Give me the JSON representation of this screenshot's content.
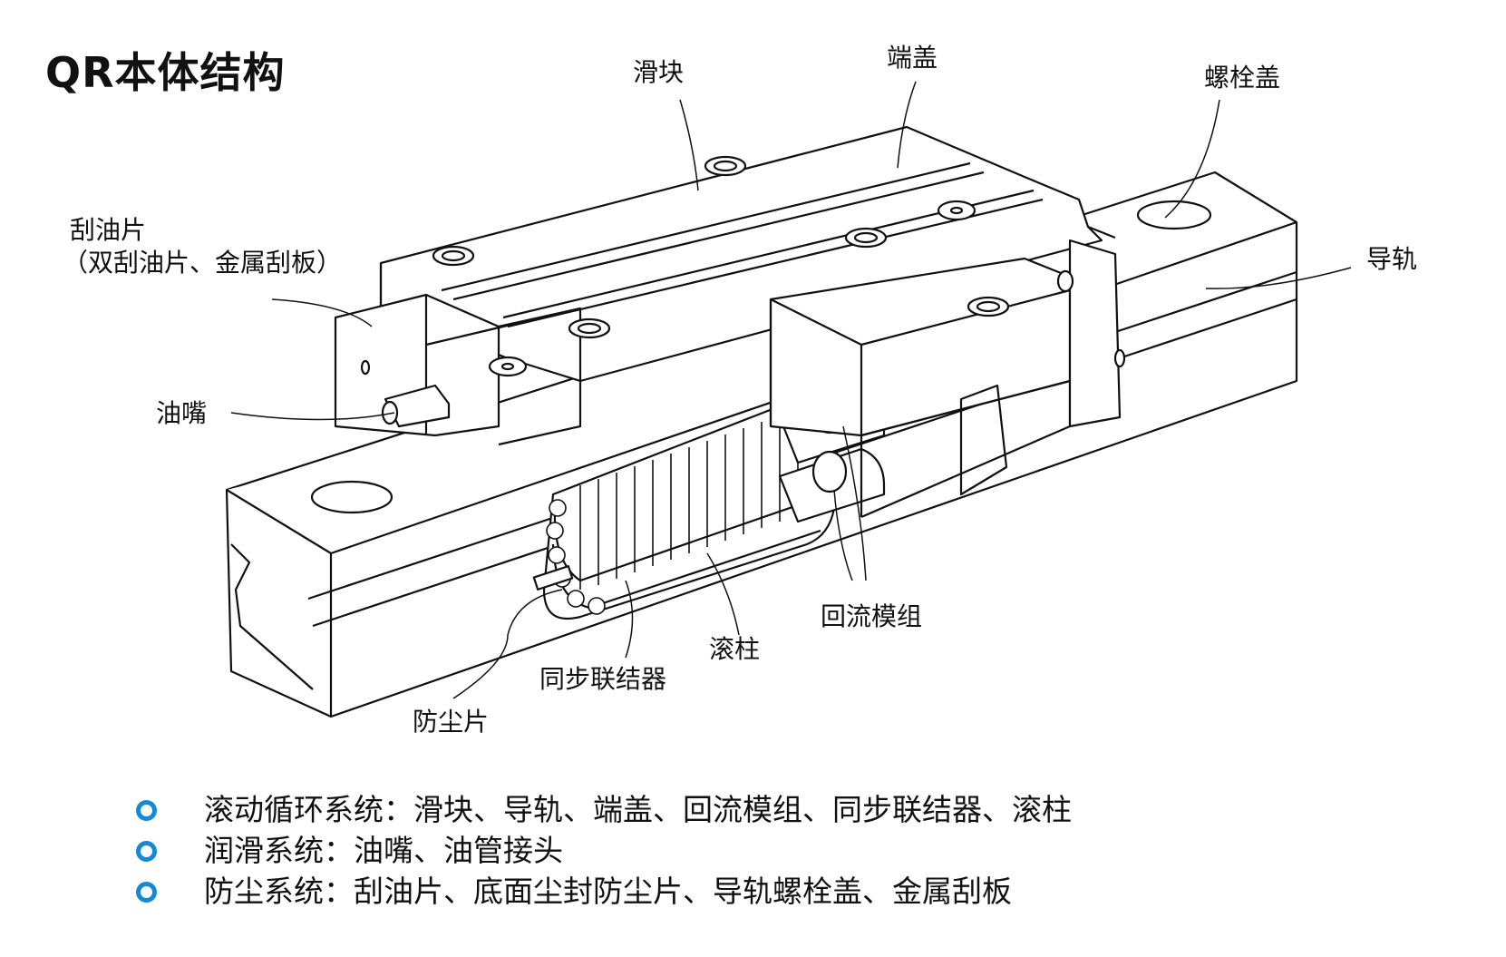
{
  "title": "QR本体结构",
  "labels": {
    "slider": "滑块",
    "end_cap": "端盖",
    "bolt_cap": "螺栓盖",
    "rail": "导轨",
    "scraper_line1": "刮油片",
    "scraper_line2": "（双刮油片、金属刮板）",
    "grease_nipple": "油嘴",
    "recirculation_module": "回流模组",
    "roller": "滚柱",
    "retainer": "同步联结器",
    "dust_seal": "防尘片"
  },
  "bullets": [
    {
      "text": "滚动循环系统：滑块、导轨、端盖、回流模组、同步联结器、滚柱"
    },
    {
      "text": "润滑系统：油嘴、油管接头"
    },
    {
      "text": "防尘系统：刮油片、底面尘封防尘片、导轨螺栓盖、金属刮板"
    }
  ],
  "colors": {
    "bullet": "#1689d6",
    "line": "#111111",
    "fill": "#ffffff"
  }
}
